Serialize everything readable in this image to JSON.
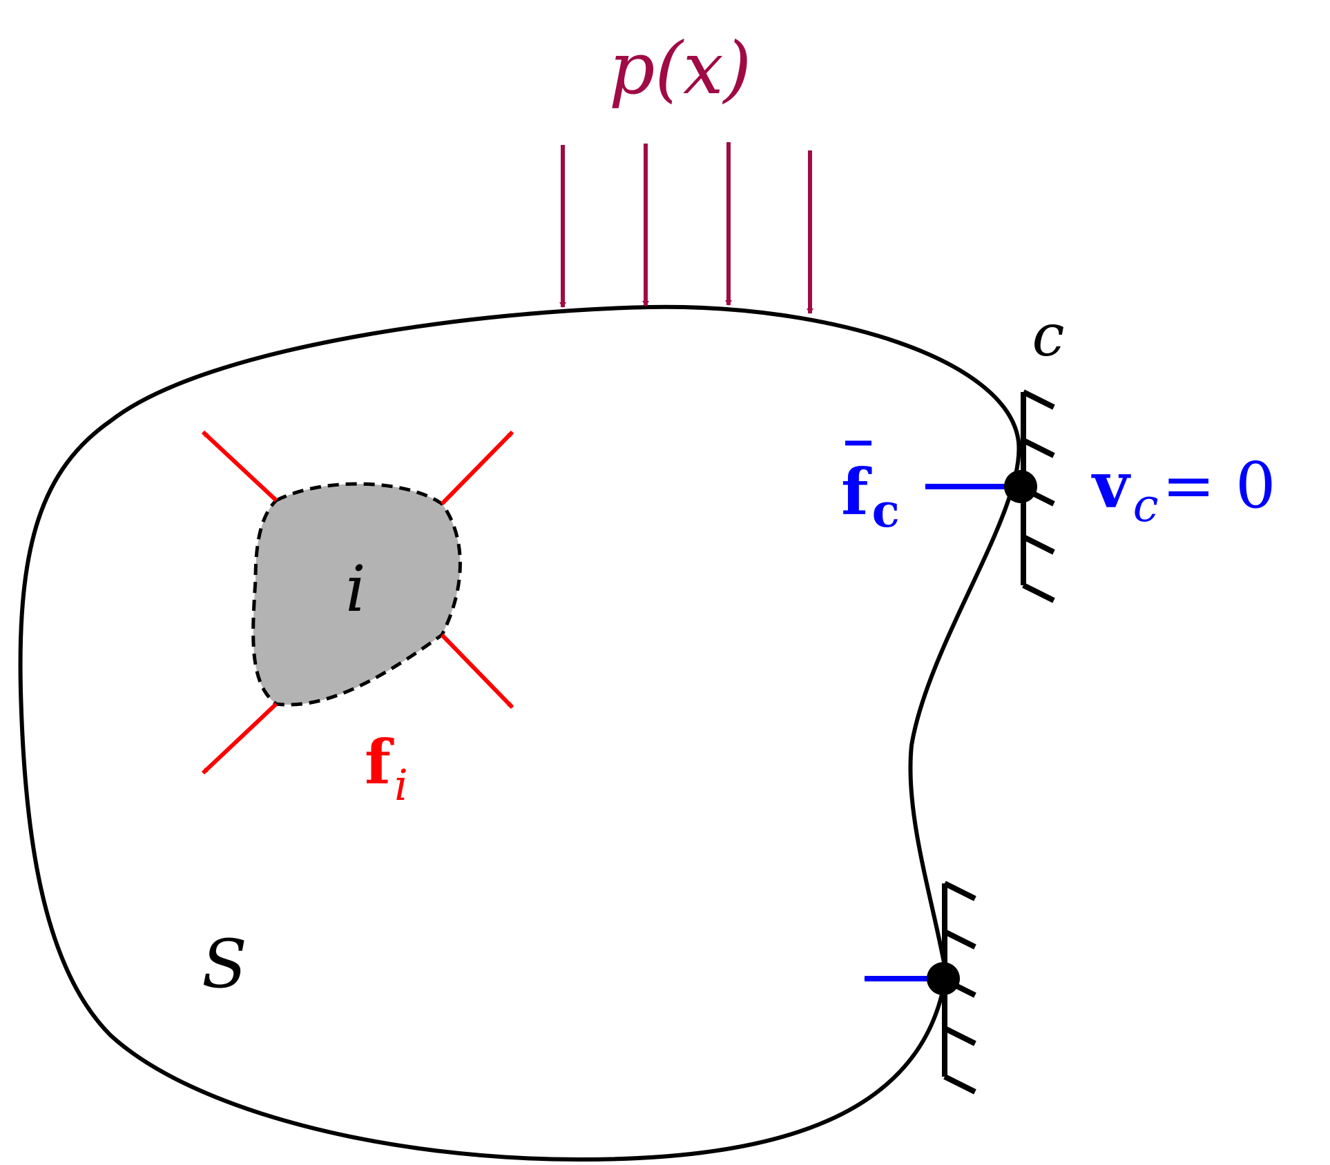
{
  "labels": {
    "load": "p(x)",
    "constraint_point": "c",
    "inclusion": "i",
    "inclusion_force_base": "f",
    "inclusion_force_sub": "i",
    "constraint_force_base": "f",
    "constraint_force_sub": "c",
    "velocity_base": "v",
    "velocity_sub": "c",
    "velocity_rest": " = 0",
    "body": "S"
  },
  "colors": {
    "outline": "#000000",
    "load": "#a00a45",
    "inclusion_force": "#ff0000",
    "constraint": "#0000ff",
    "inclusion_fill": "#b3b3b3"
  }
}
